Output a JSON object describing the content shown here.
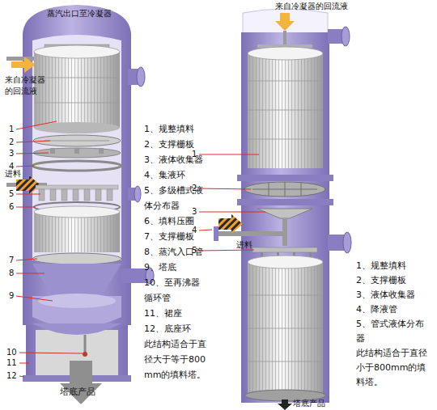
{
  "diagram": {
    "labels": [
      "蒸汽出口至冷凝器",
      "来自冷凝器的回流液",
      "进料",
      "1",
      "2",
      "3",
      "4",
      "5",
      "6",
      "7",
      "8",
      "9",
      "10",
      "11",
      "12",
      "塔底产品",
      "1、规整填料",
      "2、支撑栅板",
      "3、液体收集器",
      "4、集液环",
      "5、多级槽式液体分布器",
      "6、填料压圈",
      "7、支撑栅板",
      "8、蒸汽入口管",
      "9、塔底",
      "10、至再沸器循环管",
      "11、裙座",
      "12、底座环",
      "此结构适合于直径大于等于800mm的填料塔。",
      "来自冷凝器的回流液",
      "1",
      "2",
      "3",
      "4",
      "5",
      "进料",
      "塔底产品",
      "1、规整填料",
      "2、支撑栅板",
      "3、液体收集器",
      "4、降液管",
      "5、管式液体分布器",
      "此结构适合于直径小于800mm的填料塔。"
    ]
  }
}
